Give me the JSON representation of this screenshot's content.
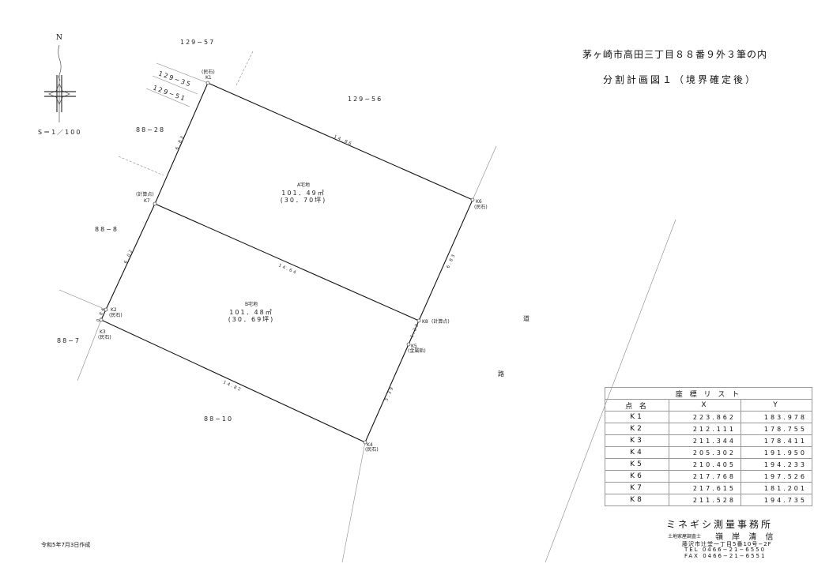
{
  "title": {
    "location": "茅ヶ崎市高田三丁目８８番９外３筆の内",
    "plan": "分割計画図１（境界確定後）"
  },
  "north_label": "N",
  "scale": "S＝1／100",
  "neighbors": [
    "129−57",
    "129−35",
    "129−51",
    "129−56",
    "88−28",
    "88−8",
    "88−7",
    "88−10"
  ],
  "road": [
    "道",
    "路"
  ],
  "parcels": {
    "a": {
      "name": "A宅地",
      "area": "101．49㎡",
      "tsubo": "(30．70坪)"
    },
    "b": {
      "name": "B宅地",
      "area": "101．48㎡",
      "tsubo": "(30．69坪)"
    }
  },
  "points": {
    "k1": {
      "name": "K1",
      "type": "(民石)"
    },
    "k2": {
      "name": "K2",
      "type": "(民石)"
    },
    "k3": {
      "name": "K3",
      "type": "(民石)"
    },
    "k4": {
      "name": "K4",
      "type": "(民石)"
    },
    "k5": {
      "name": "K5",
      "type": "(金属鋲)"
    },
    "k6": {
      "name": "K6",
      "type": "(民石)"
    },
    "k7": {
      "name": "K7",
      "type": "(計算点)"
    },
    "k8": {
      "name": "K8",
      "type": "(計算点)"
    }
  },
  "distances": {
    "k1_k6": "14.86",
    "k7_k8": "14.64",
    "k3_k4": "14.82",
    "k1_k7": "6.83",
    "k7_k2": "6.02",
    "k2_k3": "0.84",
    "k6_k8": "6.83",
    "k8_k5": "1.23",
    "k5_k4": "5.39"
  },
  "coord_table": {
    "title": "座 標 リ ス ト",
    "headers": [
      "点 名",
      "X",
      "Y"
    ],
    "rows": [
      [
        "K1",
        "223.862",
        "183.978"
      ],
      [
        "K2",
        "212.111",
        "178.755"
      ],
      [
        "K3",
        "211.344",
        "178.411"
      ],
      [
        "K4",
        "205.302",
        "191.950"
      ],
      [
        "K5",
        "210.405",
        "194.233"
      ],
      [
        "K6",
        "217.768",
        "197.526"
      ],
      [
        "K7",
        "217.615",
        "181.201"
      ],
      [
        "K8",
        "211.528",
        "194.735"
      ]
    ]
  },
  "office": {
    "name": "ミネギシ測量事務所",
    "role": "土地家屋調査士",
    "person": "嶺 岸 清 信",
    "address": "藤沢市辻堂一丁目5番10号−2F",
    "tel": "TEL  0466−21−6550",
    "fax": "FAX  0466−21−6551"
  },
  "date": "令和5年7月3日作成"
}
